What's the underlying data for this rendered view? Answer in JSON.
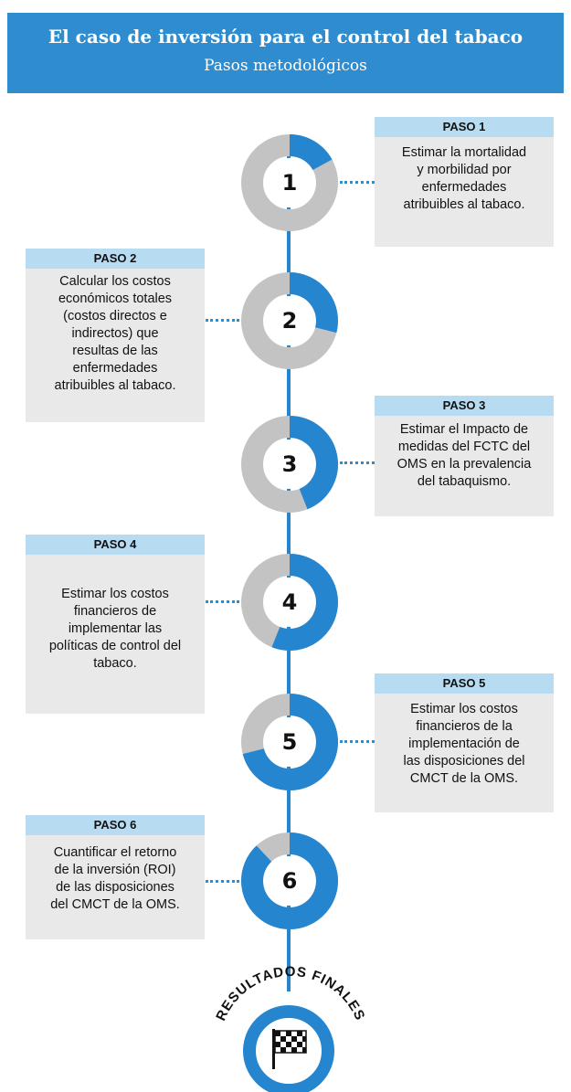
{
  "header": {
    "title": "El caso de inversión para el control del tabaco",
    "subtitle": "Pasos metodológicos"
  },
  "steps": [
    {
      "label": "PASO 1",
      "number": "1",
      "text": [
        "Estimar la mortalidad",
        "y morbilidad por",
        "enfermedades",
        "atribuibles al tabaco."
      ],
      "progress": 0.17
    },
    {
      "label": "PASO 2",
      "number": "2",
      "text": [
        "Calcular los costos",
        "económicos totales",
        "(costos directos e",
        "indirectos) que",
        "resultas de las",
        "enfermedades",
        "atribuibles al tabaco."
      ],
      "progress": 0.29
    },
    {
      "label": "PASO 3",
      "number": "3",
      "text": [
        "Estimar el Impacto de",
        "medidas del FCTC del",
        "OMS en la prevalencia",
        "del tabaquismo."
      ],
      "progress": 0.44
    },
    {
      "label": "PASO 4",
      "number": "4",
      "text": [
        "Estimar los costos",
        "financieros  de",
        "implementar las",
        "políticas de control del",
        "tabaco."
      ],
      "progress": 0.56
    },
    {
      "label": "PASO 5",
      "number": "5",
      "text": [
        "Estimar los costos",
        "financieros de la",
        "implementación de",
        "las disposiciones del",
        "CMCT de la OMS."
      ],
      "progress": 0.71
    },
    {
      "label": "PASO 6",
      "number": "6",
      "text": [
        "Cuantificar el retorno",
        "de la inversión (ROI)",
        "de las disposiciones",
        "del CMCT de la OMS."
      ],
      "progress": 0.88
    }
  ],
  "final": {
    "label": "RESULTADOS FINALES",
    "icon": "checkered-flag-icon"
  },
  "colors": {
    "accent": "#2585cf",
    "ring_gray": "#c3c3c3",
    "step_bar": "#b7dcf2",
    "box_bg": "#e9e9e9",
    "header_bg": "#2e8ccf"
  }
}
